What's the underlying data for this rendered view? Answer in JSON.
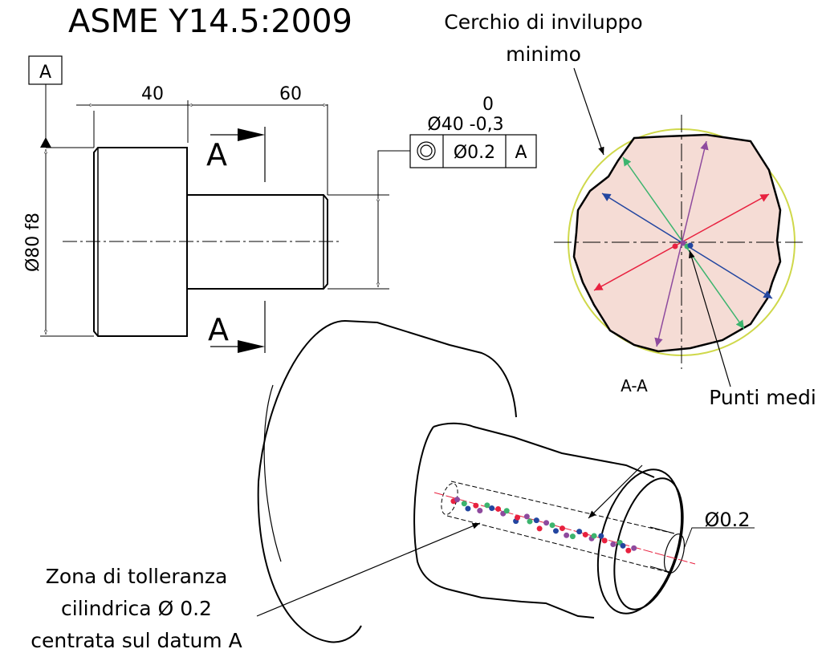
{
  "title": "ASME Y14.5:2009",
  "datum_label": "A",
  "dimensions": {
    "length_1": "40",
    "length_2": "60",
    "big_diameter": "Ø80 f8",
    "small_diameter": "Ø40 -0,3",
    "small_diameter_upper": "0"
  },
  "section_marks": {
    "upper": "A",
    "lower": "A"
  },
  "feature_control_frame": {
    "symbol": "concentricity",
    "tolerance": "Ø0.2",
    "datum": "A"
  },
  "section_view": {
    "label": "A-A",
    "envelope_label_line1": "Cerchio di inviluppo",
    "envelope_label_line2": "minimo",
    "midpoints_label": "Punti medi"
  },
  "iso_view": {
    "zone_label_line1": "Zona di tolleranza",
    "zone_label_line2": "cilindrica Ø 0.2",
    "zone_label_line3": "centrata sul datum A",
    "zone_diameter": "Ø0.2"
  },
  "colors": {
    "red": "#e8213f",
    "green": "#3cb46e",
    "blue": "#2346a0",
    "purple": "#8e4a9e",
    "fill": "#f5dcd5",
    "envelope": "#cfd84a"
  }
}
